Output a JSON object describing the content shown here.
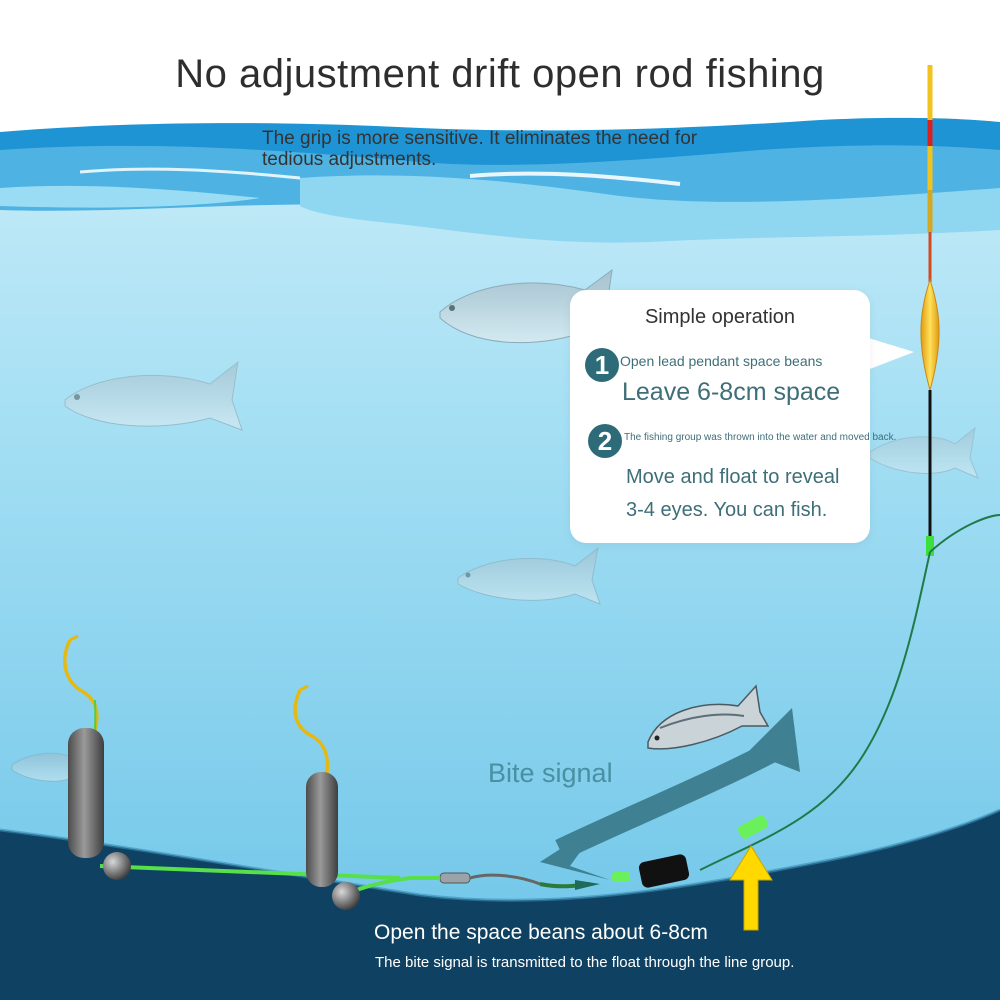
{
  "title": "No adjustment drift open rod fishing",
  "subtitle": "The grip is more sensitive. It eliminates the need for tedious adjustments.",
  "callout": {
    "heading": "Simple operation",
    "step1": {
      "number": "1",
      "small_text": "Open lead pendant space beans",
      "big_text": "Leave 6-8cm space"
    },
    "step2": {
      "number": "2",
      "small_text": "The fishing group was thrown into the water and moved back.",
      "line1": "Move and float to reveal",
      "line2": "3-4 eyes. You can fish."
    }
  },
  "bite_signal_label": "Bite signal",
  "caption_main": "Open the space beans about 6-8cm",
  "caption_sub": "The bite signal is transmitted to the float through the line group.",
  "colors": {
    "water_light": "#bfeaf7",
    "water_mid": "#7fcdec",
    "wave_blue": "#1c8fd0",
    "deep_water": "#0e3f5e",
    "line_green": "#58e04a",
    "arrow_teal": "#3f8193",
    "float_yellow": "#f2c21e",
    "badge": "#2d6b79"
  }
}
